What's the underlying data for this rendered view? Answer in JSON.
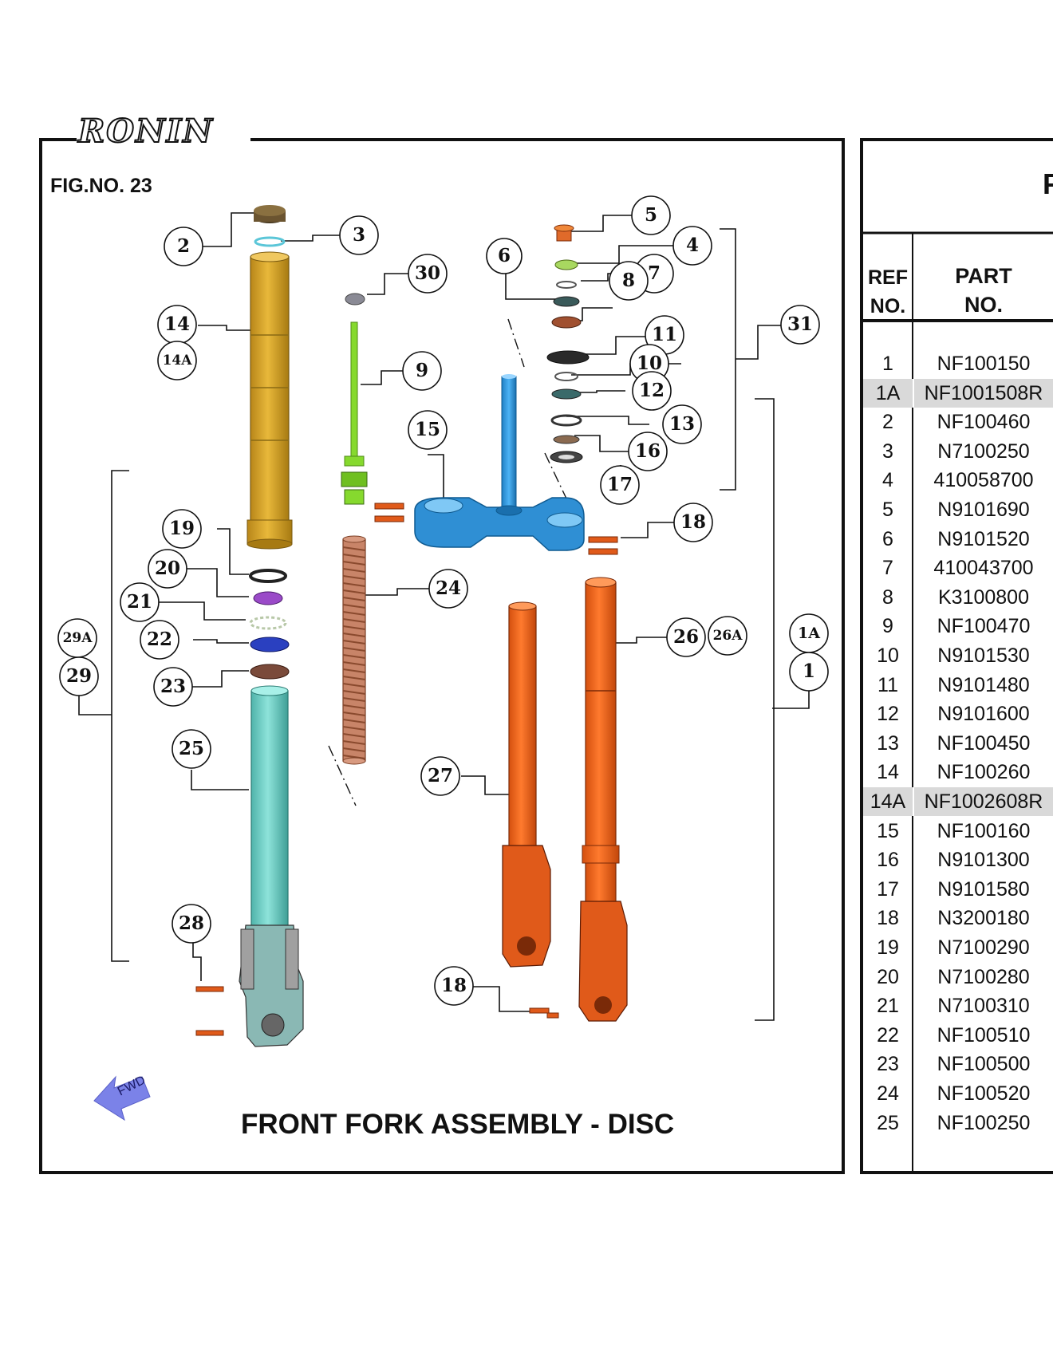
{
  "brand": {
    "logo_text": "RONIN"
  },
  "figure": {
    "number_label": "FIG.NO. 23",
    "title": "FRONT FORK ASSEMBLY - DISC",
    "direction_label": "FWD",
    "callouts": [
      "2",
      "3",
      "30",
      "14",
      "14A",
      "9",
      "6",
      "5",
      "4",
      "7",
      "8",
      "11",
      "10",
      "12",
      "13",
      "16",
      "17",
      "31",
      "15",
      "18",
      "19",
      "20",
      "21",
      "22",
      "23",
      "29A",
      "29",
      "24",
      "26",
      "26A",
      "1A",
      "1",
      "25",
      "27",
      "28",
      "18"
    ]
  },
  "parts_table": {
    "title_clipped": "F",
    "headers": {
      "ref": [
        "REF",
        "NO."
      ],
      "part": [
        "PART",
        "NO."
      ]
    },
    "rows": [
      {
        "ref": "1",
        "part": "NF100150",
        "highlight": false
      },
      {
        "ref": "1A",
        "part": "NF1001508R",
        "highlight": true
      },
      {
        "ref": "2",
        "part": "NF100460",
        "highlight": false
      },
      {
        "ref": "3",
        "part": "N7100250",
        "highlight": false
      },
      {
        "ref": "4",
        "part": "410058700",
        "highlight": false
      },
      {
        "ref": "5",
        "part": "N9101690",
        "highlight": false
      },
      {
        "ref": "6",
        "part": "N9101520",
        "highlight": false
      },
      {
        "ref": "7",
        "part": "410043700",
        "highlight": false
      },
      {
        "ref": "8",
        "part": "K3100800",
        "highlight": false
      },
      {
        "ref": "9",
        "part": "NF100470",
        "highlight": false
      },
      {
        "ref": "10",
        "part": "N9101530",
        "highlight": false
      },
      {
        "ref": "11",
        "part": "N9101480",
        "highlight": false
      },
      {
        "ref": "12",
        "part": "N9101600",
        "highlight": false
      },
      {
        "ref": "13",
        "part": "NF100450",
        "highlight": false
      },
      {
        "ref": "14",
        "part": "NF100260",
        "highlight": false
      },
      {
        "ref": "14A",
        "part": "NF1002608R",
        "highlight": true
      },
      {
        "ref": "15",
        "part": "NF100160",
        "highlight": false
      },
      {
        "ref": "16",
        "part": "N9101300",
        "highlight": false
      },
      {
        "ref": "17",
        "part": "N9101580",
        "highlight": false
      },
      {
        "ref": "18",
        "part": "N3200180",
        "highlight": false
      },
      {
        "ref": "19",
        "part": "N7100290",
        "highlight": false
      },
      {
        "ref": "20",
        "part": "N7100280",
        "highlight": false
      },
      {
        "ref": "21",
        "part": "N7100310",
        "highlight": false
      },
      {
        "ref": "22",
        "part": "NF100510",
        "highlight": false
      },
      {
        "ref": "23",
        "part": "NF100500",
        "highlight": false
      },
      {
        "ref": "24",
        "part": "NF100520",
        "highlight": false
      },
      {
        "ref": "25",
        "part": "NF100250",
        "highlight": false
      }
    ]
  },
  "colors": {
    "upper_tube": "#d9a62a",
    "lower_tube_teal": "#6fd0c6",
    "orange_fork": "#f26a21",
    "steering_stem": "#2f9be3",
    "damper_rod": "#86d92e",
    "spring": "#b06a4a",
    "fwd_arrow": "#7b82e8",
    "row_highlight": "#d9d9d9"
  }
}
